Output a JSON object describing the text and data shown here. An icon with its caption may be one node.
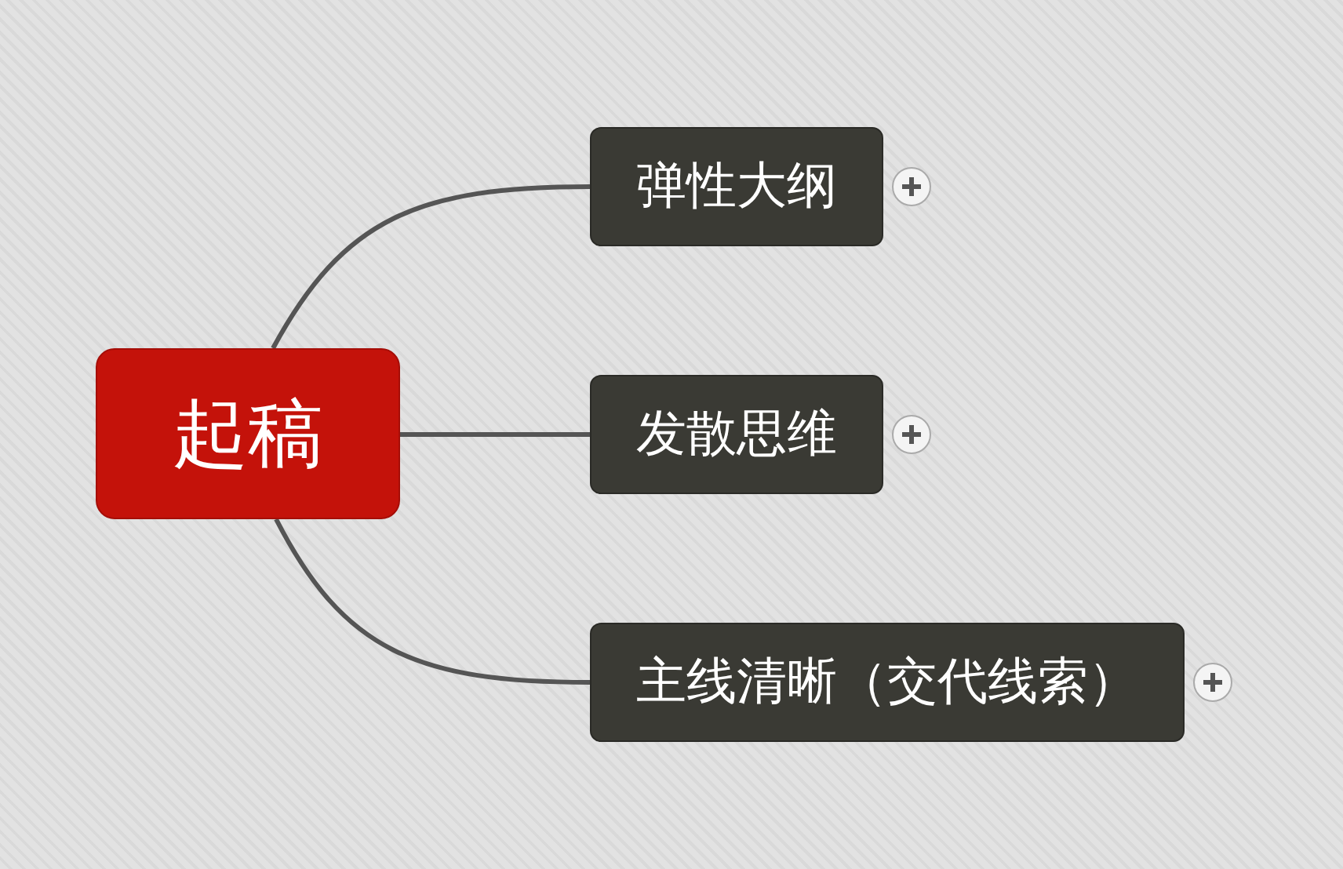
{
  "diagram": {
    "nodes": [
      {
        "text": [
          "起稿"
        ]
      },
      {
        "text": [
          "弹性大纲"
        ]
      },
      {
        "text": [
          "发散思维"
        ]
      },
      {
        "text": [
          "主线清晰（交代线索）"
        ]
      }
    ],
    "edges": [
      {
        "from": 0,
        "to": 1,
        "arrow": "none"
      },
      {
        "from": 0,
        "to": 2,
        "arrow": "none"
      },
      {
        "from": 0,
        "to": 3,
        "arrow": "none"
      }
    ]
  }
}
